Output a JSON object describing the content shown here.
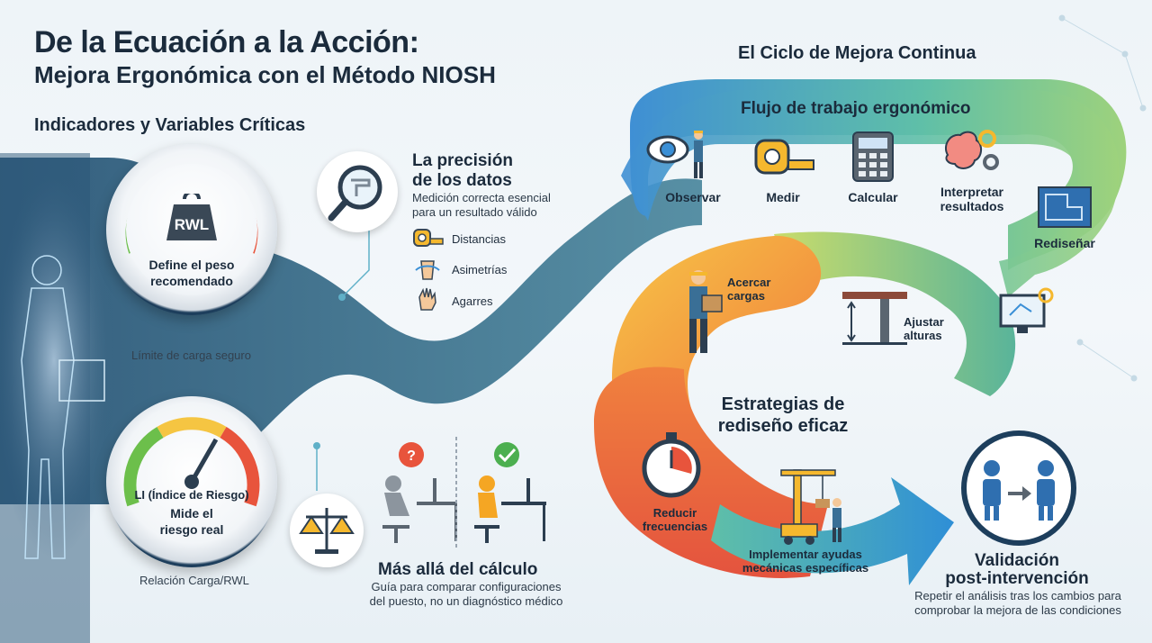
{
  "header": {
    "title_line1": "De la Ecuación a la Acción:",
    "title_line2": "Mejora Ergonómica con el Método NIOSH"
  },
  "indicators": {
    "heading": "Indicadores y Variables Críticas",
    "rwl": {
      "badge": "RWL",
      "label_line1": "Define el peso",
      "label_line2": "recomendado",
      "caption": "Límite de carga seguro"
    },
    "li": {
      "label_line1": "LI (Índice de Riesgo)",
      "label_line2": "Mide el",
      "label_line3": "riesgo real",
      "caption": "Relación Carga/RWL"
    },
    "precision": {
      "title_line1": "La precisión",
      "title_line2": "de los datos",
      "desc_line1": "Medición correcta esencial",
      "desc_line2": "para un resultado válido",
      "items": [
        "Distancias",
        "Asimetrías",
        "Agarres"
      ]
    },
    "beyond": {
      "title": "Más allá del cálculo",
      "desc_line1": "Guía para comparar configuraciones",
      "desc_line2": "del puesto, no un diagnóstico médico"
    }
  },
  "cycle": {
    "heading": "El Ciclo de Mejora Continua",
    "workflow": {
      "title": "Flujo de trabajo ergonómico",
      "steps": [
        "Observar",
        "Medir",
        "Calcular",
        "Interpretar resultados",
        "Rediseñar"
      ]
    },
    "strategies": {
      "title_line1": "Estrategias de",
      "title_line2": "rediseño eficaz",
      "items": [
        "Acercar cargas",
        "Ajustar alturas",
        "Reducir frecuencias",
        "Implementar ayudas mecánicas específicas"
      ]
    },
    "validation": {
      "title_line1": "Validación",
      "title_line2": "post-intervención",
      "desc_line1": "Repetir el análisis tras los cambios para",
      "desc_line2": "comprobar la mejora de las condiciones"
    }
  },
  "colors": {
    "navy": "#1d3e5c",
    "teal": "#2f6f86",
    "orange": "#f5a623",
    "red": "#e8543c",
    "green": "#6cbf4b",
    "blue": "#3a8fd6"
  }
}
